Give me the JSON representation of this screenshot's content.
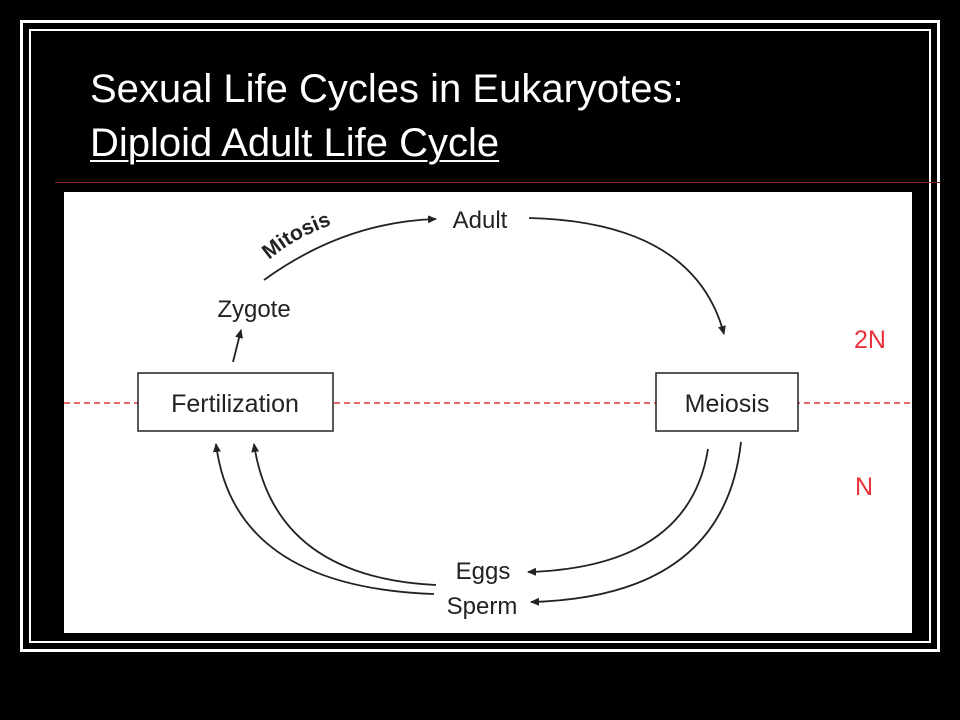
{
  "title": {
    "line1": "Sexual Life Cycles in Eukaryotes:",
    "line2": "Diploid Adult  Life Cycle"
  },
  "diagram": {
    "stages": {
      "adult": "Adult",
      "zygote": "Zygote",
      "fertilization": "Fertilization",
      "meiosis": "Meiosis",
      "eggs": "Eggs",
      "sperm": "Sperm"
    },
    "process_label": "Mitosis",
    "ploidy": {
      "diploid": "2N",
      "haploid": "N"
    },
    "colors": {
      "ploidy_line": "#e8333a",
      "ploidy_label": "#e8333a",
      "line": "#222222"
    }
  }
}
